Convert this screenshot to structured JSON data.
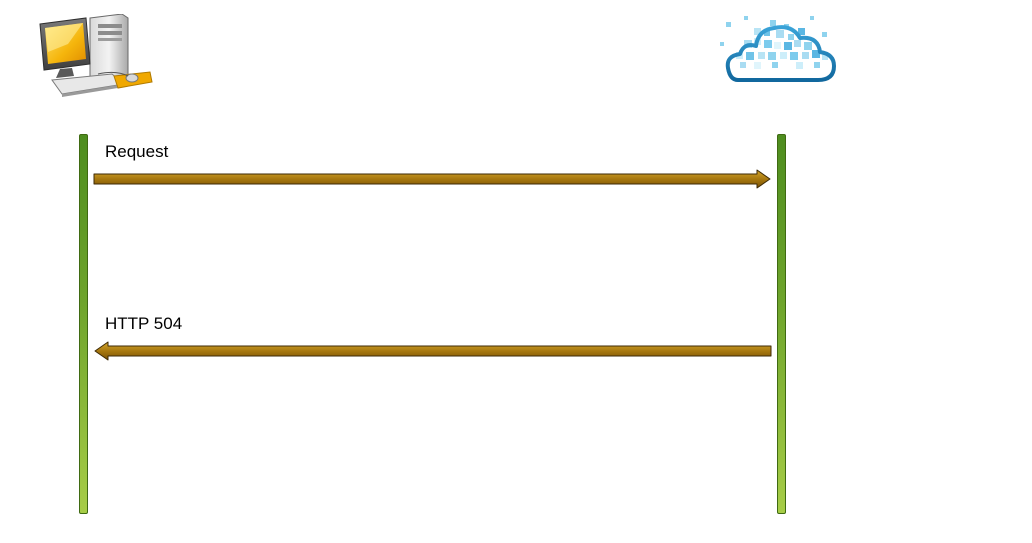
{
  "participants": [
    {
      "icon": "desktop-computer-icon",
      "role": "client"
    },
    {
      "icon": "cloud-icon",
      "role": "server"
    }
  ],
  "messages": [
    {
      "label": "Request",
      "direction": "left-to-right"
    },
    {
      "label": "HTTP 504",
      "direction": "right-to-left"
    }
  ],
  "colors": {
    "lifeline": "#5e9a25",
    "arrow_fill": "#a8780f",
    "arrow_stroke": "#3d2a06",
    "cloud_stroke": "#1a7fb8",
    "cloud_pixels": "#8fd3ee"
  }
}
